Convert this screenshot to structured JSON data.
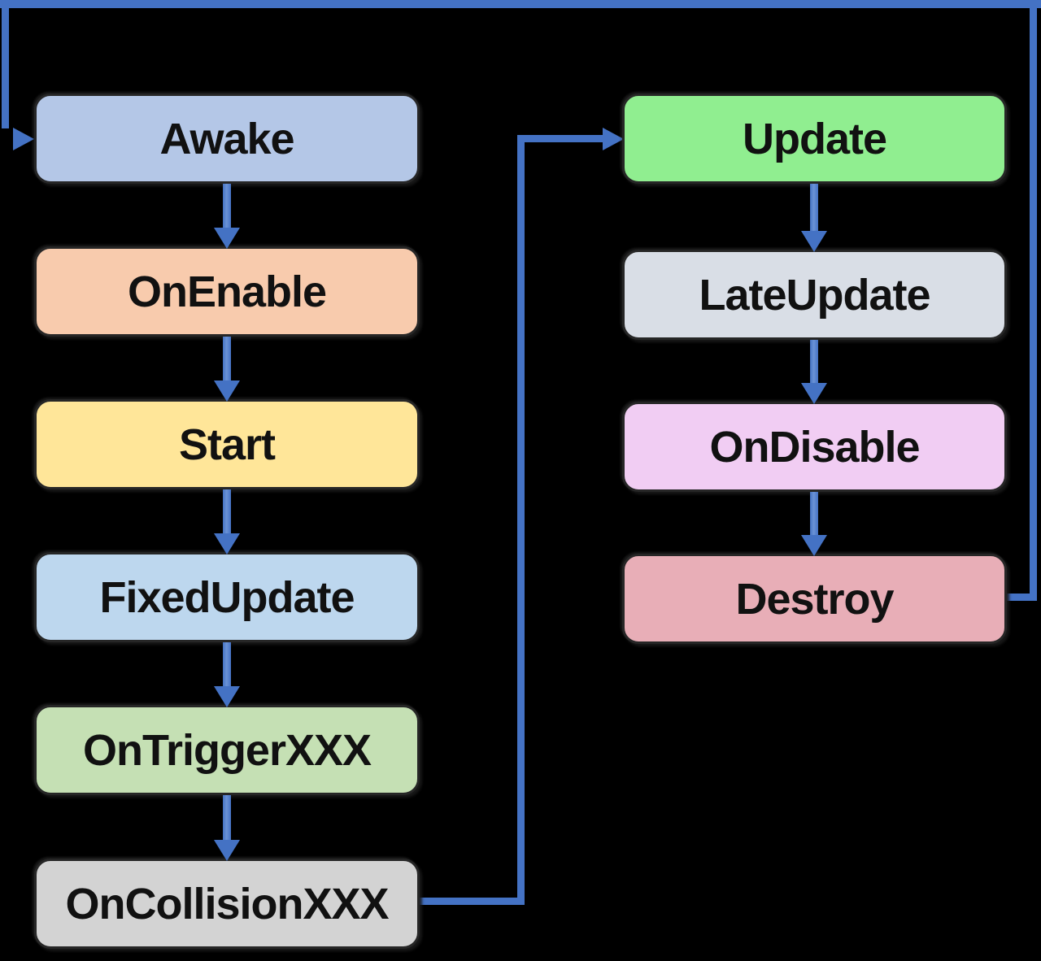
{
  "title": "Unity MonoBehaviour lifecycle flowchart",
  "colors": {
    "background": "#000000",
    "arrow": "#4472C4",
    "node_border": "#262626",
    "text": "#111111"
  },
  "nodes": [
    {
      "id": "awake",
      "label": "Awake",
      "color": "#B4C7E7"
    },
    {
      "id": "onenable",
      "label": "OnEnable",
      "color": "#F8CBAD"
    },
    {
      "id": "start",
      "label": "Start",
      "color": "#FFE699"
    },
    {
      "id": "fixedupdate",
      "label": "FixedUpdate",
      "color": "#BDD7EE"
    },
    {
      "id": "ontriggerxxx",
      "label": "OnTriggerXXX",
      "color": "#C5E0B4"
    },
    {
      "id": "oncollisionxxx",
      "label": "OnCollisionXXX",
      "color": "#D3D3D3"
    },
    {
      "id": "update",
      "label": "Update",
      "color": "#90EE90"
    },
    {
      "id": "lateupdate",
      "label": "LateUpdate",
      "color": "#D9DEE6"
    },
    {
      "id": "ondisable",
      "label": "OnDisable",
      "color": "#F1CDF3"
    },
    {
      "id": "destroy",
      "label": "Destroy",
      "color": "#E8AEB7"
    }
  ],
  "edges": [
    {
      "from": "Awake",
      "to": "OnEnable"
    },
    {
      "from": "OnEnable",
      "to": "Start"
    },
    {
      "from": "Start",
      "to": "FixedUpdate"
    },
    {
      "from": "FixedUpdate",
      "to": "OnTriggerXXX"
    },
    {
      "from": "OnTriggerXXX",
      "to": "OnCollisionXXX"
    },
    {
      "from": "OnCollisionXXX",
      "to": "Update"
    },
    {
      "from": "Update",
      "to": "LateUpdate"
    },
    {
      "from": "LateUpdate",
      "to": "OnDisable"
    },
    {
      "from": "OnDisable",
      "to": "Destroy"
    },
    {
      "from": "Destroy",
      "to": "Awake"
    }
  ]
}
